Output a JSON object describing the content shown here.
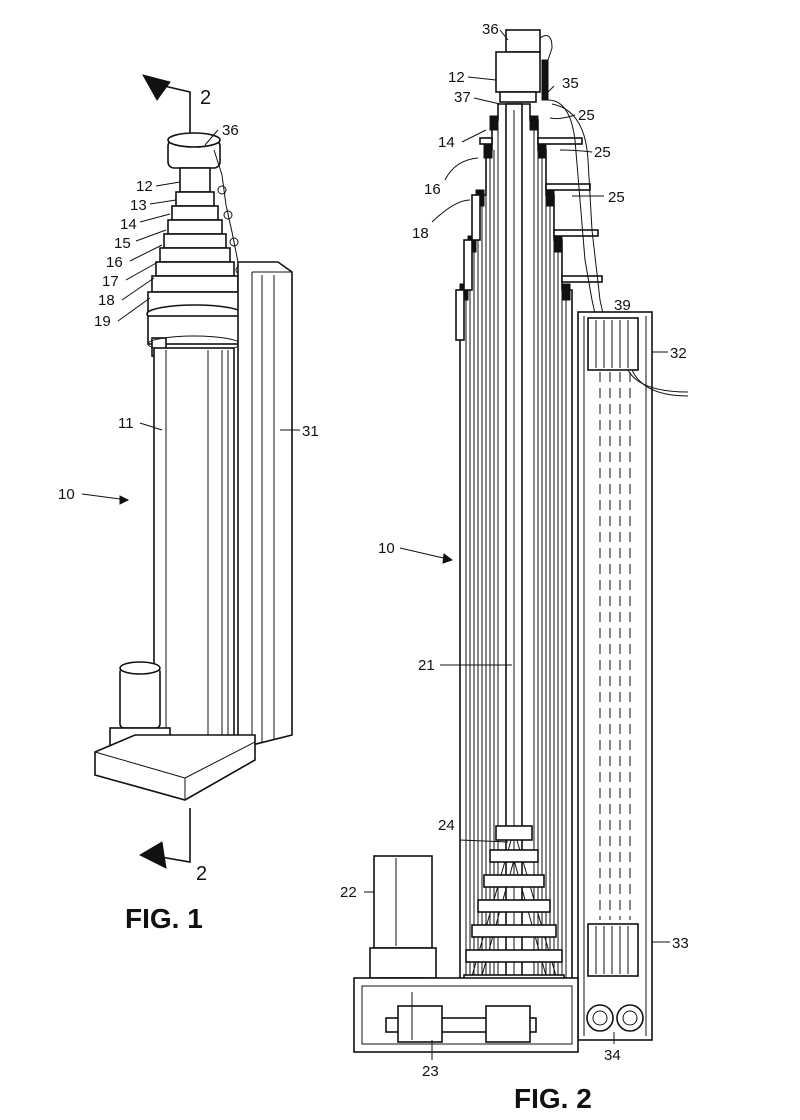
{
  "fig1": {
    "caption": "FIG. 1",
    "section_top": "2",
    "section_bottom": "2",
    "refs": {
      "r36": "36",
      "r12": "12",
      "r13": "13",
      "r14": "14",
      "r15": "15",
      "r16": "16",
      "r17": "17",
      "r18": "18",
      "r19": "19",
      "r11": "11",
      "r31": "31",
      "r10": "10"
    }
  },
  "fig2": {
    "caption": "FIG. 2",
    "refs": {
      "r36": "36",
      "r12": "12",
      "r35": "35",
      "r37": "37",
      "r25a": "25",
      "r25b": "25",
      "r25c": "25",
      "r14": "14",
      "r16": "16",
      "r18": "18",
      "r39": "39",
      "r32": "32",
      "r10": "10",
      "r21": "21",
      "r24": "24",
      "r22": "22",
      "r33": "33",
      "r34": "34",
      "r23": "23"
    }
  }
}
